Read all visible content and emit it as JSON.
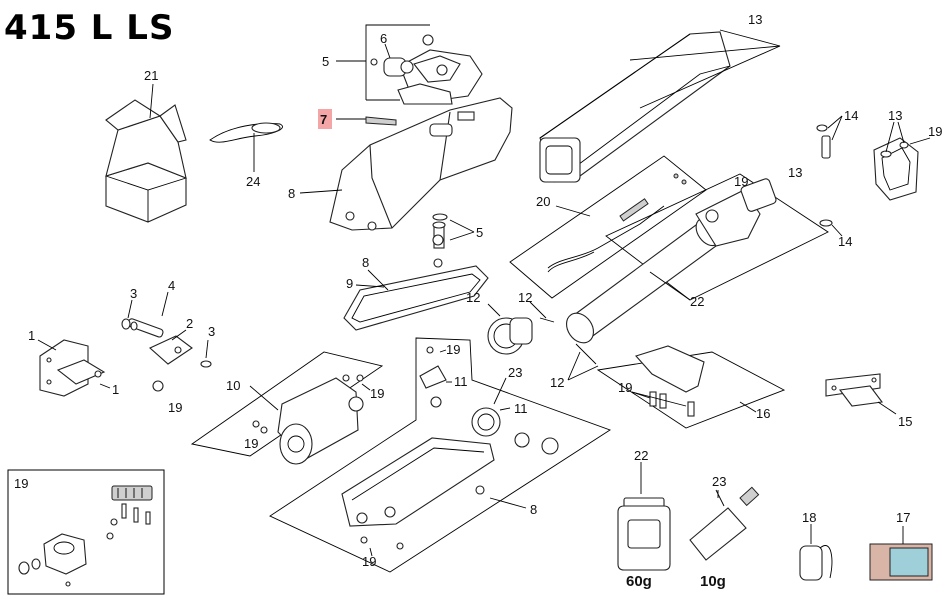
{
  "title": "415 L LS",
  "callouts": {
    "c1a": "1",
    "c1b": "1",
    "c2": "2",
    "c3a": "3",
    "c3b": "3",
    "c4": "4",
    "c5a": "5",
    "c5b": "5",
    "c6": "6",
    "c7": "7",
    "c8a": "8",
    "c8b": "8",
    "c8c": "8",
    "c9": "9",
    "c10": "10",
    "c11a": "11",
    "c11b": "11",
    "c12a": "12",
    "c12b": "12",
    "c12c": "12",
    "c13a": "13",
    "c13b": "13",
    "c13c": "13",
    "c14a": "14",
    "c14b": "14",
    "c15": "15",
    "c16": "16",
    "c17": "17",
    "c18": "18",
    "c19a": "19",
    "c19b": "19",
    "c19c": "19",
    "c19d": "19",
    "c19e": "19",
    "c19f": "19",
    "c19g": "19",
    "c19h": "19",
    "c19i": "19",
    "c19j": "19",
    "c20": "20",
    "c21": "21",
    "c22a": "22",
    "c22b": "22",
    "c23a": "23",
    "c23b": "23",
    "c24": "24"
  },
  "labels": {
    "grease_weight": "60g",
    "tube_weight": "10g"
  },
  "highlight_color": "#f4a6a6"
}
